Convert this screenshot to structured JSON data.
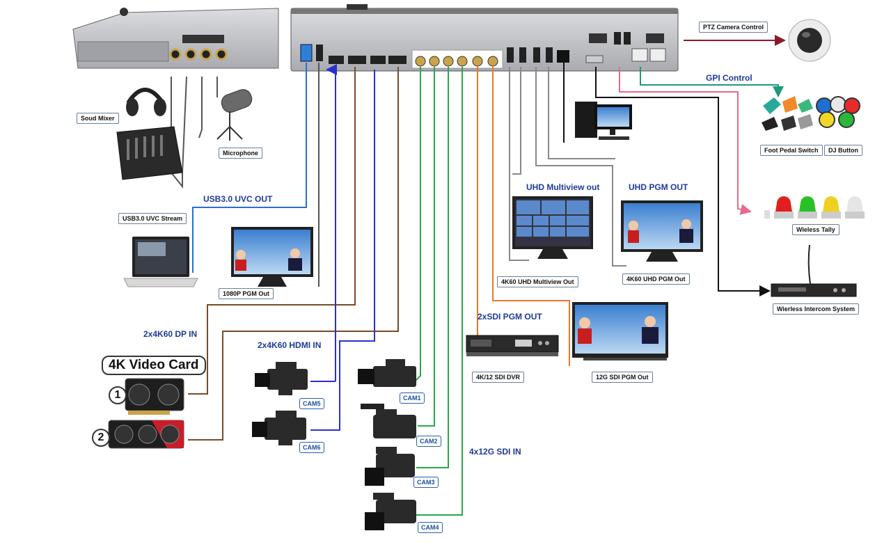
{
  "labels": {
    "ptz": "PTZ Camera Control",
    "gpi": "GPI Control",
    "foot_pedal": "Foot Pedal Switch",
    "dj_button": "DJ Button",
    "tally": "Wieless Tally",
    "intercom": "Wierless Intercom System",
    "sound_mixer": "Soud Mixer",
    "microphone": "Microphone",
    "usb_stream": "USB3.0 UVC Stream",
    "usb_out": "USB3.0 UVC OUT",
    "pgm_1080": "1080P PGM Out",
    "multiview_title": "UHD Multiview out",
    "multiview_label": "4K60 UHD Multiview Out",
    "uhd_pgm_title": "UHD PGM OUT",
    "uhd_pgm_label": "4K60 UHD PGM Out",
    "sdi_pgm": "2xSDI PGM OUT",
    "dvr": "4K/12 SDI DVR",
    "sdi_pgm_out": "12G SDI  PGM Out",
    "dp_in": "2x4K60 DP IN",
    "hdmi_in": "2x4K60 HDMI IN",
    "sdi_in": "4x12G SDI IN",
    "video_card": "4K Video Card",
    "card1": "1",
    "card2": "2",
    "cam1": "CAM1",
    "cam2": "CAM2",
    "cam3": "CAM3",
    "cam4": "CAM4",
    "cam5": "CAM5",
    "cam6": "CAM6"
  },
  "colors": {
    "blue_text": "#1e3a9a",
    "cable_blue": "#2a2fd0",
    "cable_brown": "#7a4a26",
    "cable_green": "#27a84a",
    "cable_orange": "#e8782a",
    "cable_gray": "#888888",
    "cable_black": "#111111",
    "cable_pink": "#e86a8a",
    "cable_teal": "#1f9a7a",
    "cable_maroon": "#8a1a2a"
  }
}
